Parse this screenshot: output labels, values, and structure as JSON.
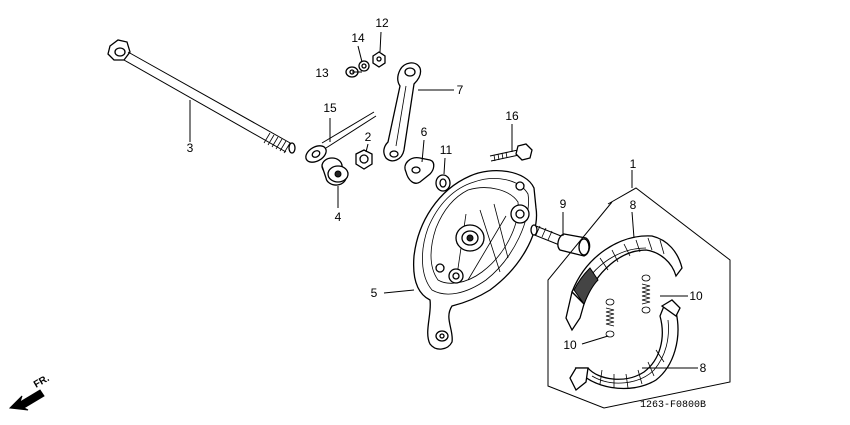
{
  "callouts": [
    {
      "id": "1",
      "label": "1"
    },
    {
      "id": "2",
      "label": "2"
    },
    {
      "id": "3",
      "label": "3"
    },
    {
      "id": "4",
      "label": "4"
    },
    {
      "id": "5",
      "label": "5"
    },
    {
      "id": "6",
      "label": "6"
    },
    {
      "id": "7",
      "label": "7"
    },
    {
      "id": "8a",
      "label": "8"
    },
    {
      "id": "8b",
      "label": "8"
    },
    {
      "id": "9",
      "label": "9"
    },
    {
      "id": "10a",
      "label": "10"
    },
    {
      "id": "10b",
      "label": "10"
    },
    {
      "id": "11",
      "label": "11"
    },
    {
      "id": "12",
      "label": "12"
    },
    {
      "id": "13",
      "label": "13"
    },
    {
      "id": "14",
      "label": "14"
    },
    {
      "id": "15",
      "label": "15"
    },
    {
      "id": "16",
      "label": "16"
    }
  ],
  "direction_marker": "FR.",
  "drawing_code": "1263-F0800B"
}
